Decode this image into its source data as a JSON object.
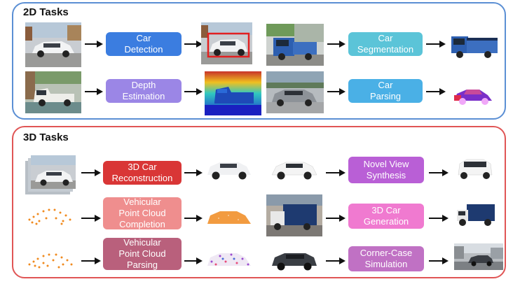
{
  "panels": {
    "tasks_2d": {
      "title": "2D Tasks"
    },
    "tasks_3d": {
      "title": "3D Tasks"
    }
  },
  "boxes": {
    "car_detection": "Car\nDetection",
    "car_segmentation": "Car\nSegmentation",
    "depth_estimation": "Depth\nEstimation",
    "car_parsing": "Car\nParsing",
    "car_reconstruction": "3D Car\nReconstruction",
    "novel_view_synthesis": "Novel View\nSynthesis",
    "point_cloud_completion": "Vehicular\nPoint Cloud\nCompletion",
    "car_generation": "3D Car\nGeneration",
    "point_cloud_parsing": "Vehicular\nPoint Cloud\nParsing",
    "corner_case_simulation": "Corner-Case\nSimulation"
  },
  "colors": {
    "panel_2d_border": "#5b8fd4",
    "panel_3d_border": "#e05555",
    "detection_box": "#3b7de0",
    "segmentation_box": "#5bc4d8",
    "depth_box": "#9b86e6",
    "parsing_box": "#4ab0e6",
    "reconstruction_box": "#d93636",
    "novel_view_box": "#b95fd6",
    "completion_box": "#ef8e8e",
    "generation_box": "#f07ad0",
    "pc_parsing_box": "#b9607c",
    "corner_case_box": "#c071c4"
  }
}
